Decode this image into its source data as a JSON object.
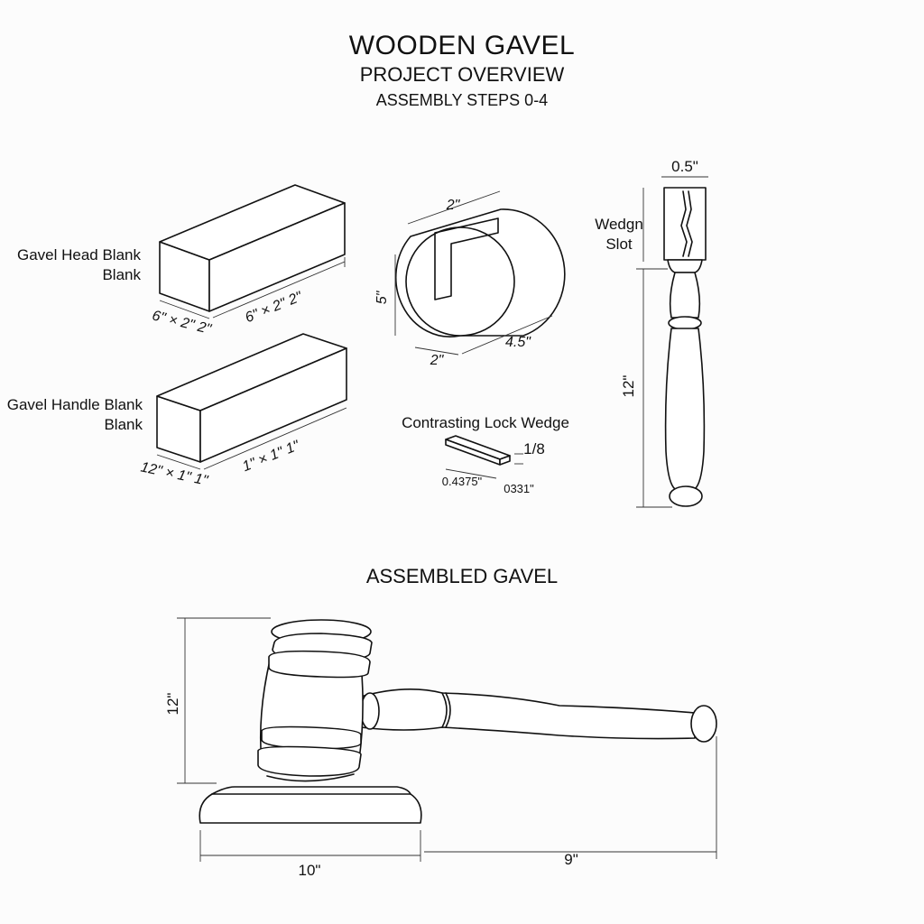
{
  "header": {
    "title": "WOODEN GAVEL",
    "subtitle": "PROJECT OVERVIEW",
    "steps": "ASSEMBLY STEPS 0-4"
  },
  "head_blank": {
    "label_line1": "Gavel Head Blank",
    "label_line2": "Blank",
    "dim_front": "6\" × 2\" 2\"",
    "dim_length": "6\" × 2\" 2\""
  },
  "handle_blank": {
    "label_line1": "Gavel Handle Blank",
    "label_line2": "Blank",
    "dim_front": "12\" × 1\" 1\"",
    "dim_length": "1\" × 1\" 1\""
  },
  "head_cylinder": {
    "dim_top": "2\"",
    "dim_height": "5\"",
    "dim_length": "4.5\"",
    "dim_bottom": "2\""
  },
  "wedge": {
    "label": "Contrasting Lock Wedge",
    "dim_thickness": "1/8",
    "dim_length": "0.4375\"",
    "dim_width": "0331\""
  },
  "handle": {
    "dim_top": "0.5\"",
    "slot_label_line1": "Wedgn",
    "slot_label_line2": "Slot",
    "dim_length": "12\""
  },
  "assembled": {
    "title": "ASSEMBLED GAVEL",
    "dim_height": "12\"",
    "dim_base": "10\"",
    "dim_handle": "9\""
  }
}
